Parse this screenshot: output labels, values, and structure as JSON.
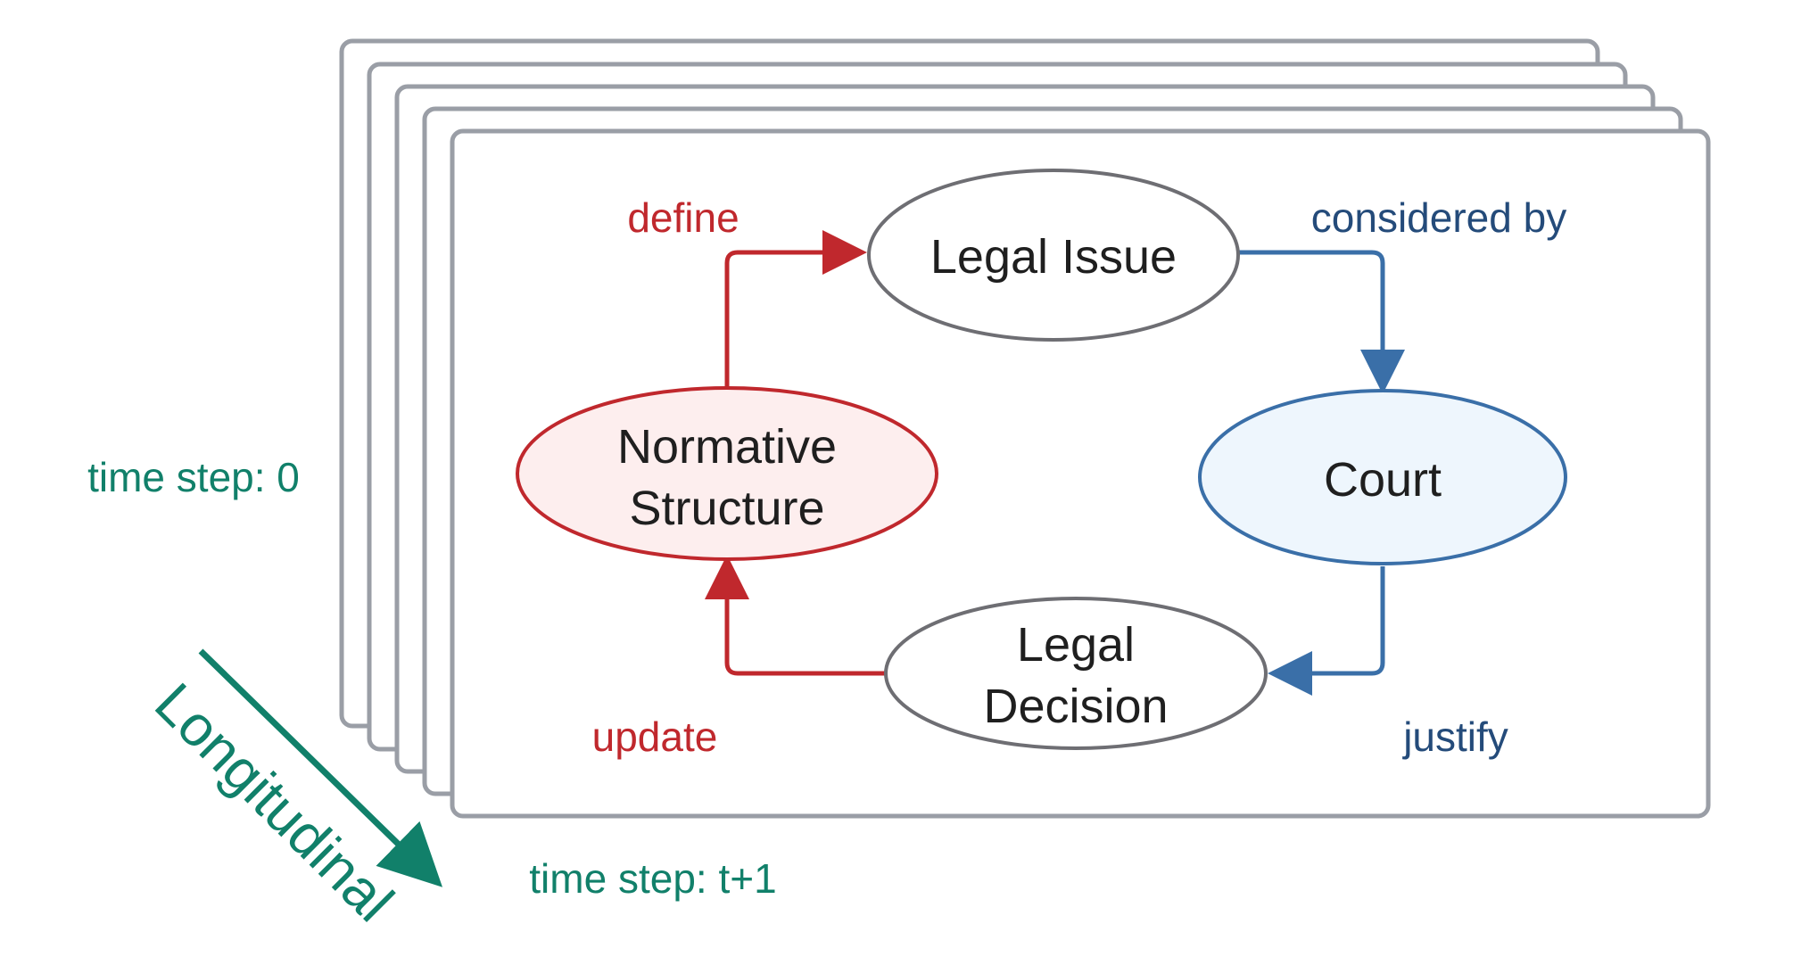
{
  "nodes": {
    "legal_issue": "Legal Issue",
    "court": "Court",
    "normative_structure": [
      "Normative",
      "Structure"
    ],
    "legal_decision": [
      "Legal",
      "Decision"
    ]
  },
  "edges": {
    "define": "define",
    "considered_by": "considered by",
    "justify": "justify",
    "update": "update"
  },
  "time_steps": {
    "start": "time step: 0",
    "next": "time step: t+1"
  },
  "axis_label": "Longitudinal",
  "colors": {
    "frame_border": "#9a9ea6",
    "red_line": "#c0282d",
    "red_fill": "#fdeeee",
    "blue_line": "#3a6fa8",
    "blue_fill": "#eef6fd",
    "blue_text": "#244b7a",
    "teal": "#11806a",
    "node_border": "#6e6e73"
  }
}
